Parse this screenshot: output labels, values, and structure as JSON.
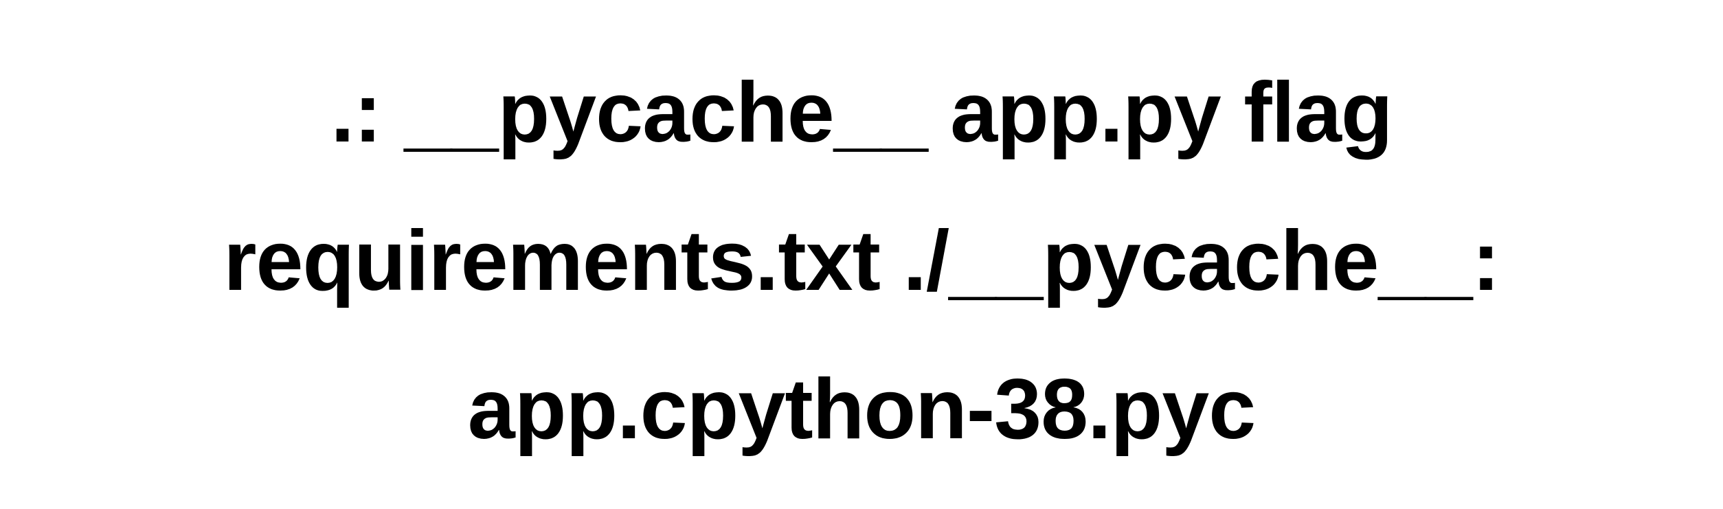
{
  "output": {
    "lines": [
      ".: __pycache__ app.py flag",
      "requirements.txt ./__pycache__:",
      "app.cpython-38.pyc"
    ]
  },
  "colors": {
    "background": "#ffffff",
    "text": "#000000"
  }
}
